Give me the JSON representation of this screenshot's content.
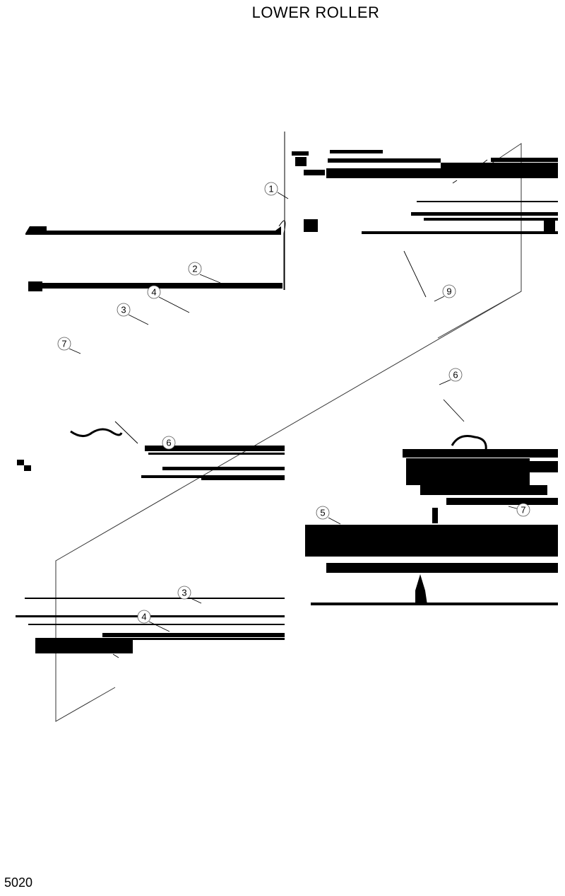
{
  "header": {
    "title": "LOWER ROLLER"
  },
  "footer": {
    "page_number": "5020"
  },
  "callouts": [
    {
      "id": "c1",
      "label": "1"
    },
    {
      "id": "c2",
      "label": "2"
    },
    {
      "id": "c4a",
      "label": "4"
    },
    {
      "id": "c3a",
      "label": "3"
    },
    {
      "id": "c7a",
      "label": "7"
    },
    {
      "id": "c9",
      "label": "9"
    },
    {
      "id": "c6a",
      "label": "6"
    },
    {
      "id": "c6b",
      "label": "6"
    },
    {
      "id": "c7b",
      "label": "7"
    },
    {
      "id": "c5",
      "label": "5"
    },
    {
      "id": "c3b",
      "label": "3"
    },
    {
      "id": "c4b",
      "label": "4"
    }
  ]
}
